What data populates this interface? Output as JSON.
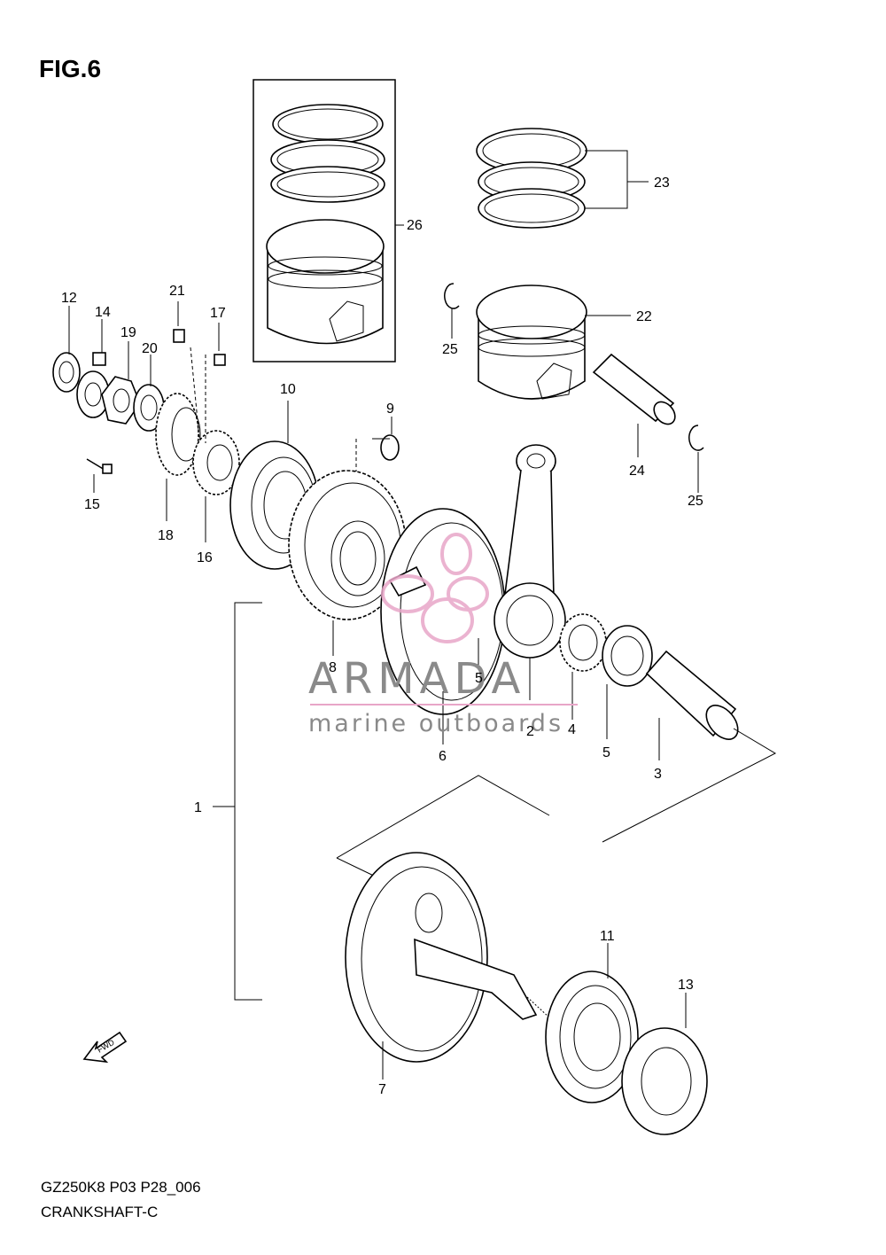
{
  "figure": {
    "title": "FIG.6",
    "model_code": "GZ250K8 P03 P28_006",
    "caption": "CRANKSHAFT-C"
  },
  "callouts": [
    {
      "id": "1",
      "label": "1"
    },
    {
      "id": "2",
      "label": "2"
    },
    {
      "id": "3",
      "label": "3"
    },
    {
      "id": "4",
      "label": "4"
    },
    {
      "id": "5a",
      "label": "5"
    },
    {
      "id": "5b",
      "label": "5"
    },
    {
      "id": "6",
      "label": "6"
    },
    {
      "id": "7",
      "label": "7"
    },
    {
      "id": "8",
      "label": "8"
    },
    {
      "id": "9",
      "label": "9"
    },
    {
      "id": "10",
      "label": "10"
    },
    {
      "id": "11",
      "label": "11"
    },
    {
      "id": "12",
      "label": "12"
    },
    {
      "id": "13",
      "label": "13"
    },
    {
      "id": "14",
      "label": "14"
    },
    {
      "id": "15",
      "label": "15"
    },
    {
      "id": "16",
      "label": "16"
    },
    {
      "id": "17",
      "label": "17"
    },
    {
      "id": "18",
      "label": "18"
    },
    {
      "id": "19",
      "label": "19"
    },
    {
      "id": "20",
      "label": "20"
    },
    {
      "id": "21",
      "label": "21"
    },
    {
      "id": "22",
      "label": "22"
    },
    {
      "id": "23",
      "label": "23"
    },
    {
      "id": "24",
      "label": "24"
    },
    {
      "id": "25a",
      "label": "25"
    },
    {
      "id": "25b",
      "label": "25"
    },
    {
      "id": "26",
      "label": "26"
    }
  ],
  "watermark": {
    "brand": "ARMADA",
    "tagline": "marine outboards",
    "logo_color": "#e8a6c8",
    "text_color": "#8a8a8a"
  },
  "fwd_arrow": {
    "label": "FWD"
  }
}
